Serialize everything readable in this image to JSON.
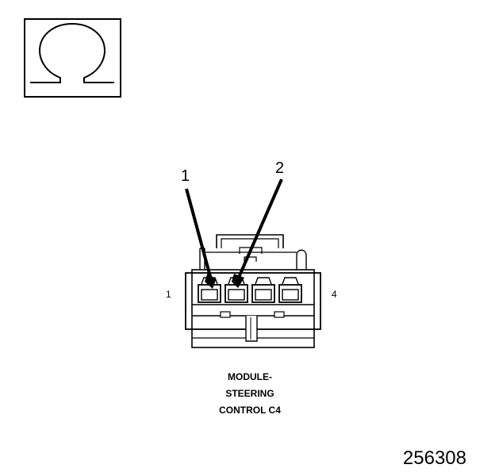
{
  "symbol": {
    "icon": "ohm-symbol-icon",
    "meaning": "resistance"
  },
  "callouts": [
    "1",
    "2"
  ],
  "pin_labels": {
    "left": "1",
    "right": "4"
  },
  "connector": {
    "caption_lines": [
      "MODULE-",
      "STEERING",
      "CONTROL C4"
    ],
    "cavity_count": 4
  },
  "figure_id": "256308",
  "colors": {
    "ink": "#000000",
    "background": "#ffffff"
  }
}
